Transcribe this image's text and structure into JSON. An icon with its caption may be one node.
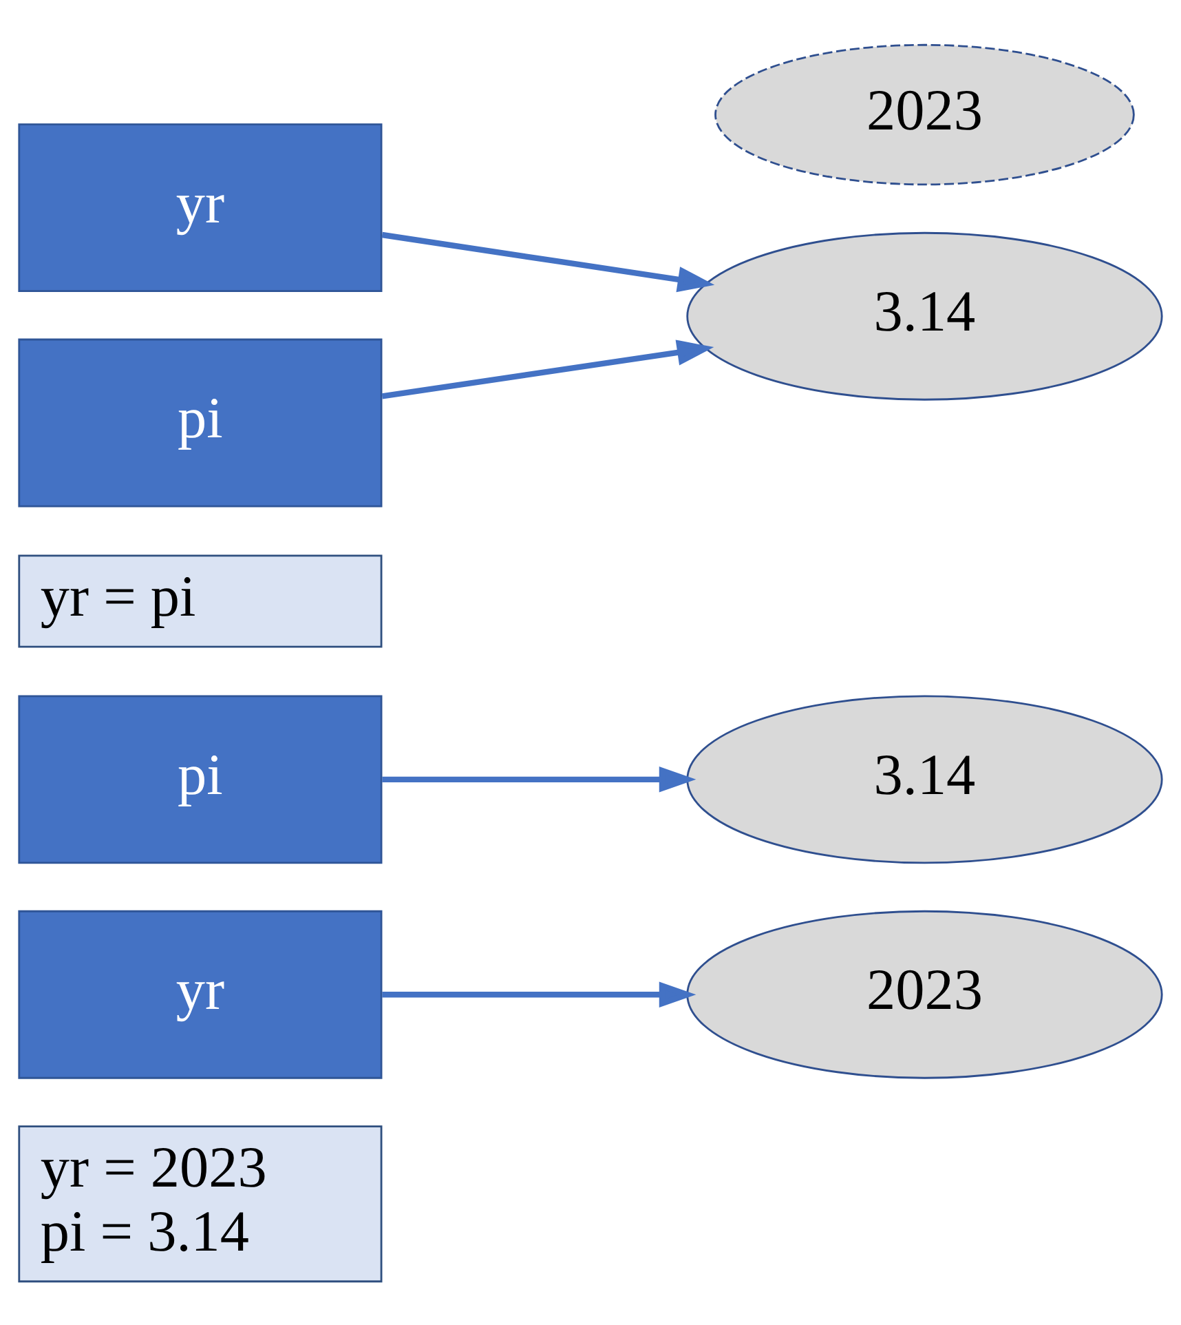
{
  "diagram": {
    "nodes": [
      {
        "text": [
          "yr = 2023",
          "pi = 3.14"
        ]
      },
      {
        "text": [
          "yr"
        ]
      },
      {
        "text": [
          "2023"
        ]
      },
      {
        "text": [
          "pi"
        ]
      },
      {
        "text": [
          "3.14"
        ]
      },
      {
        "text": [
          "yr = pi"
        ]
      },
      {
        "text": [
          "yr"
        ]
      },
      {
        "text": [
          "2023"
        ]
      },
      {
        "text": [
          "pi"
        ]
      },
      {
        "text": [
          "3.14"
        ]
      }
    ],
    "edges": [
      {
        "from": 1,
        "to": 2,
        "arrow": "to"
      },
      {
        "from": 3,
        "to": 4,
        "arrow": "to"
      },
      {
        "from": 6,
        "to": 9,
        "arrow": "to"
      },
      {
        "from": 8,
        "to": 9,
        "arrow": "to"
      }
    ]
  }
}
